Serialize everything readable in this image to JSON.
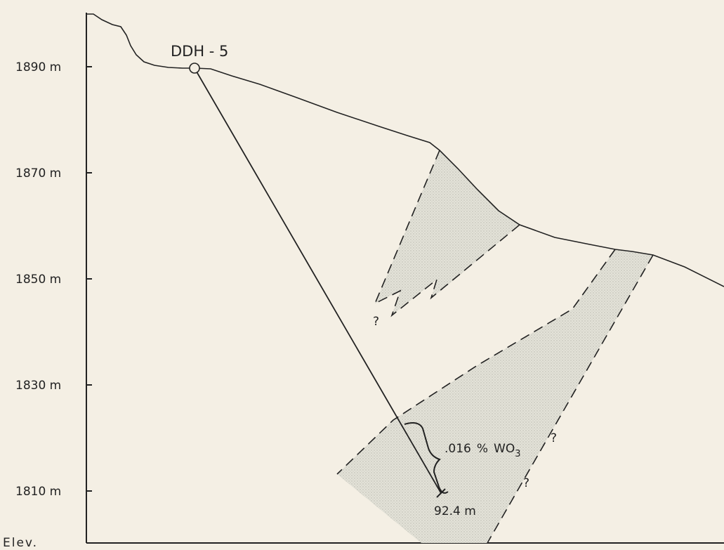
{
  "drillhole": {
    "name": "DDH - 5",
    "length_label": "92.4 m"
  },
  "elevation_axis": {
    "unit_label": "Elev.",
    "ticks": [
      "1890 m",
      "1870 m",
      "1850 m",
      "1830 m",
      "1810 m"
    ]
  },
  "assay": {
    "value": ".016",
    "percent": "%",
    "compound": "WO",
    "subscript": "3"
  },
  "uncertainty_marks": [
    "?",
    "?",
    "?"
  ],
  "colors": {
    "background": "#f4efe4",
    "ink": "#222222",
    "shading": "#dcdcd2"
  }
}
